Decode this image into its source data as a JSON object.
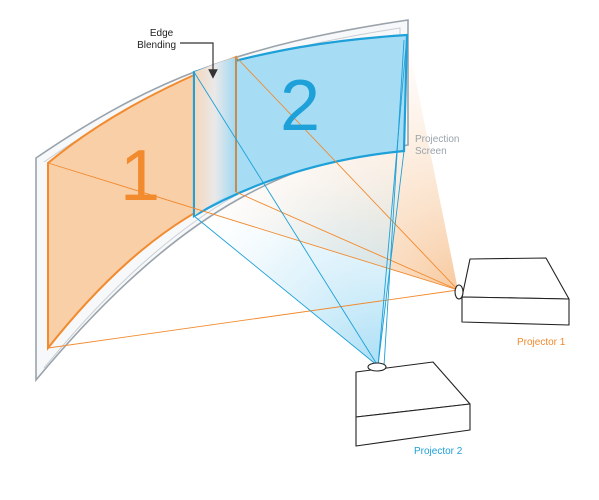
{
  "labels": {
    "edge_blending": [
      "Edge",
      "Blending"
    ],
    "projection_screen": [
      "Projection",
      "Screen"
    ],
    "projector_1": "Projector 1",
    "projector_2": "Projector 2",
    "zone_1": "1",
    "zone_2": "2"
  },
  "colors": {
    "orange": "#f28a2e",
    "orange_fill": "#f9cfa8",
    "blue": "#1ea0d8",
    "blue_fill": "#a6ddf5",
    "screen_gray": "#9aa3ab",
    "label_gray": "#9aa3ab"
  }
}
